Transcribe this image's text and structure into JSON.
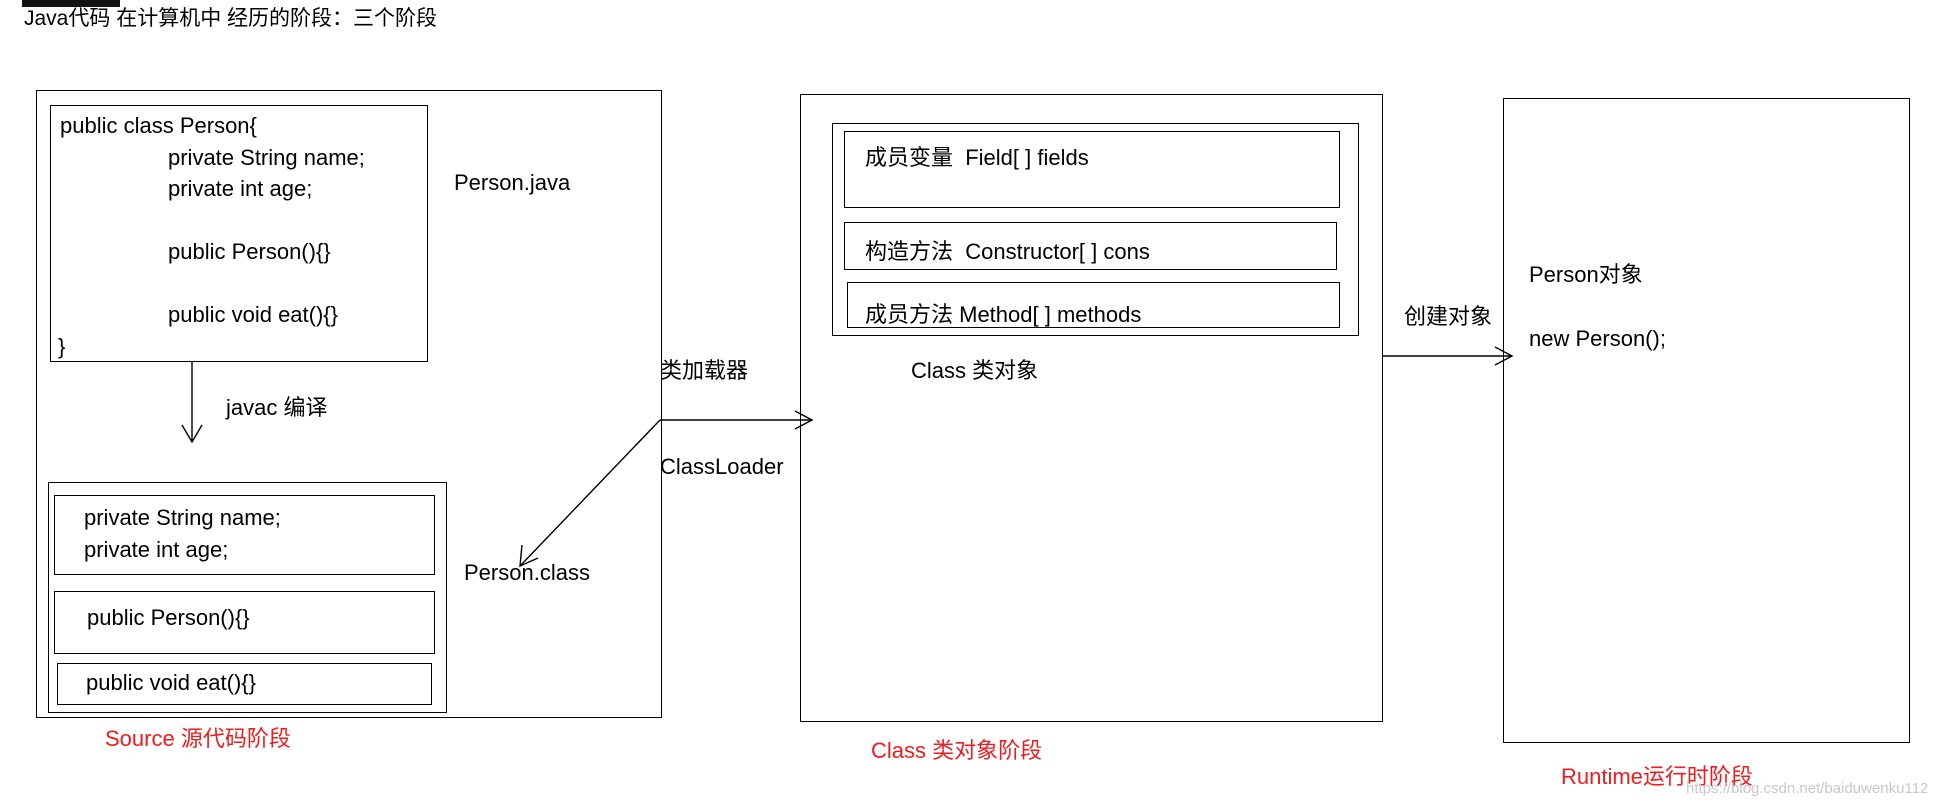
{
  "title": "Java代码 在计算机中 经历的阶段：三个阶段",
  "source_stage": {
    "label": "Source 源代码阶段",
    "java_file": "Person.java",
    "class_file": "Person.class",
    "compile_label": "javac 编译",
    "java_code": [
      "public class Person{",
      "private String name;",
      "private int age;",
      "public Person(){}",
      "public void eat(){}",
      "}"
    ],
    "class_sections": {
      "fields": [
        "private String name;",
        "private int age;"
      ],
      "constructor": "public Person(){}",
      "method": "public void eat(){}"
    }
  },
  "loader": {
    "label_top": "类加载器",
    "label_bottom": "ClassLoader"
  },
  "class_stage": {
    "label": "Class 类对象阶段",
    "object_label": "Class 类对象",
    "members": {
      "fields": "成员变量  Field[ ] fields",
      "constructors": "构造方法  Constructor[ ] cons",
      "methods": "成员方法 Method[ ] methods"
    }
  },
  "create_label": "创建对象",
  "runtime_stage": {
    "label": "Runtime运行时阶段",
    "object_title": "Person对象",
    "new_expr": "new Person();"
  },
  "watermark": "https://blog.csdn.net/baiduwenku112",
  "colors": {
    "stage_label": "#ee1c1c",
    "line": "#000000",
    "watermark": "#c8c8c8"
  }
}
